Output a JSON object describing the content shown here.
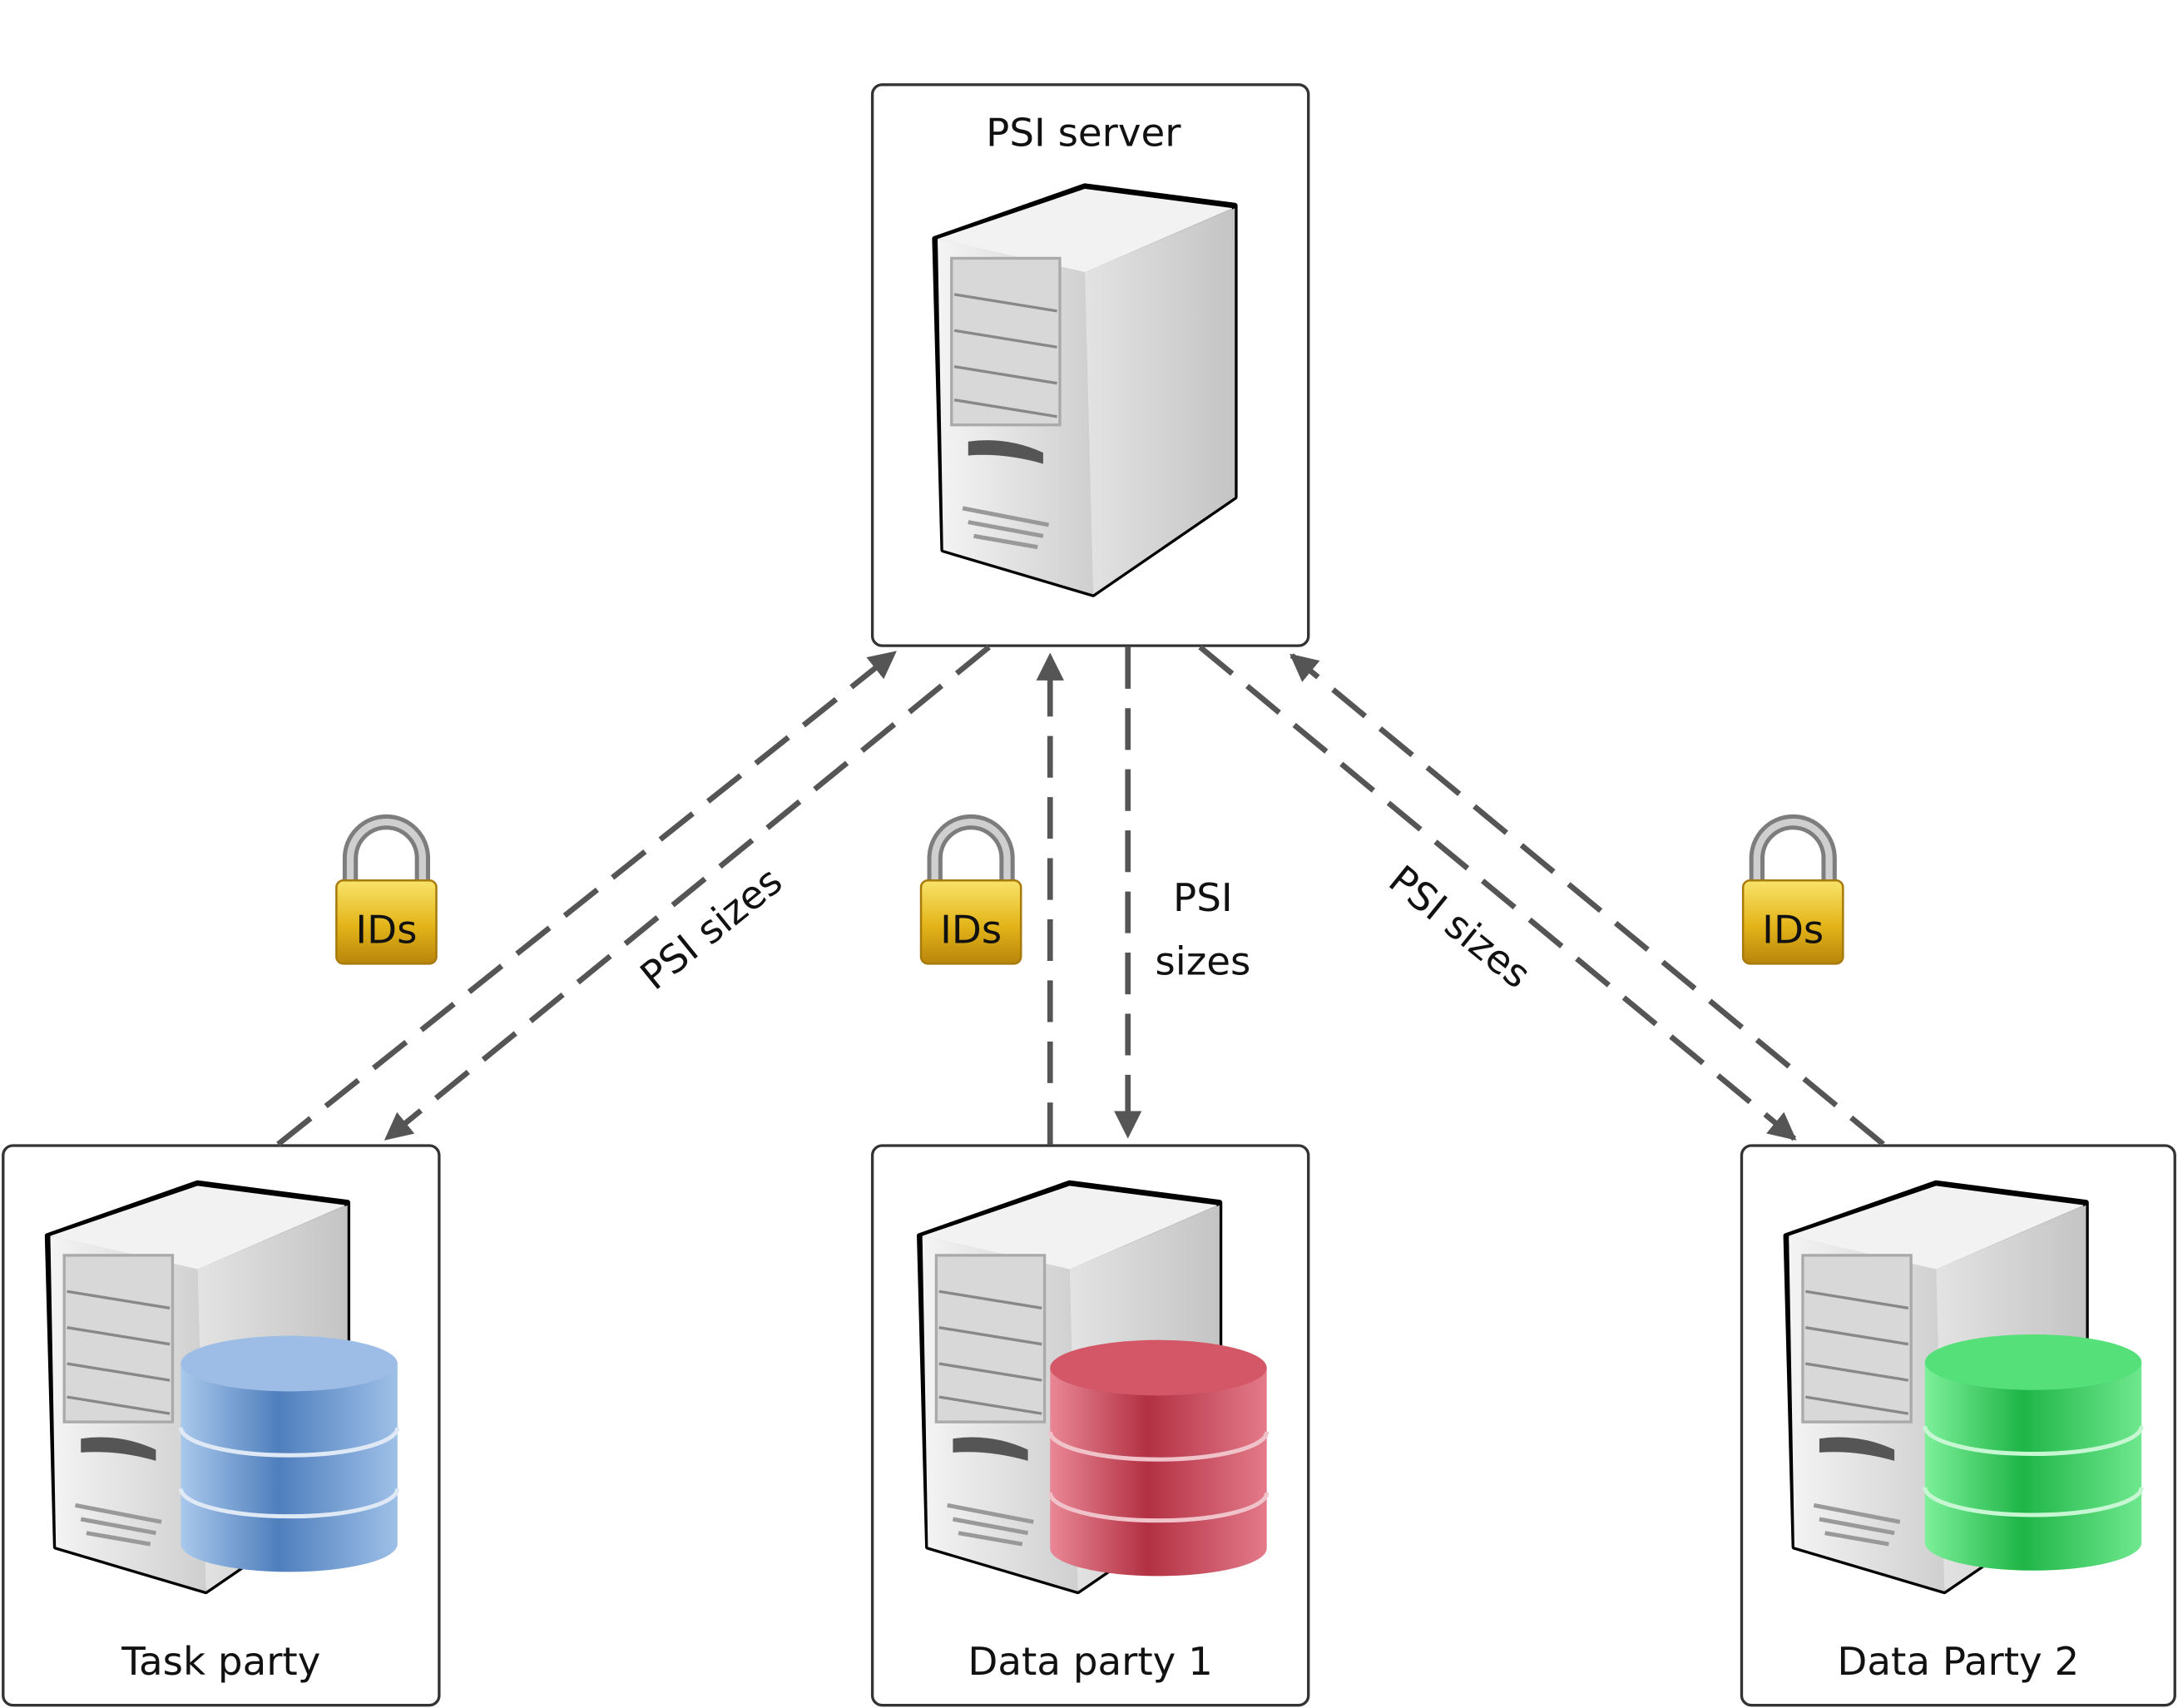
{
  "nodes": {
    "psi_server": {
      "label": "PSI server"
    },
    "task_party": {
      "label": "Task party",
      "db_color": "#4f86c6"
    },
    "data_party_1": {
      "label": "Data party 1",
      "db_color": "#c8404f"
    },
    "data_party_2": {
      "label": "Data Party 2",
      "db_color": "#2fcf5a"
    }
  },
  "edges": {
    "left_label": "PSI sizes",
    "middle_label_line1": "PSI",
    "middle_label_line2": "sizes",
    "right_label": "PSI sizes"
  },
  "locks": {
    "left": "IDs",
    "middle": "IDs",
    "right": "IDs"
  }
}
